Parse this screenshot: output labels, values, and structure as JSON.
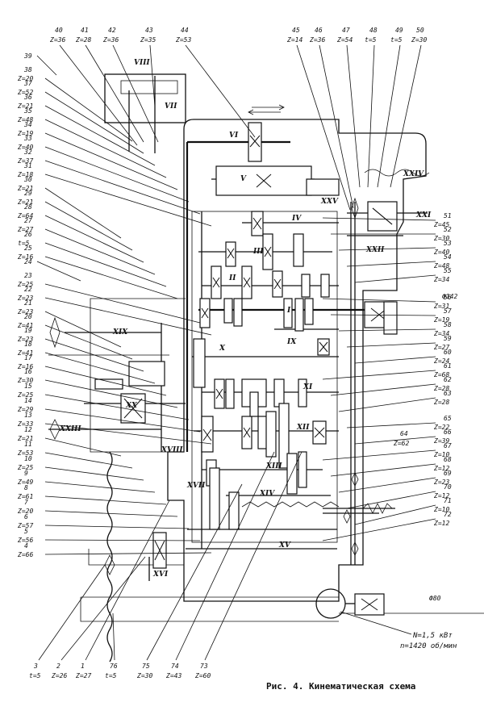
{
  "caption": "Рис. 4. Кинематическая схема",
  "motor": {
    "label": "Ф80",
    "power": "N=1,5 кВт",
    "speed": "n=1420 об/мин"
  },
  "shafts": [
    "I",
    "II",
    "III",
    "IV",
    "V",
    "VI",
    "VII",
    "VIII",
    "IX",
    "X",
    "XI",
    "XII",
    "XIII",
    "XIV",
    "XV",
    "XVI",
    "XVII",
    "XVIII",
    "XIX",
    "XX",
    "XXI",
    "XXII",
    "XXIII",
    "XXIV",
    "XXV"
  ],
  "top_callouts": [
    {
      "num": "40",
      "z": "Z=36"
    },
    {
      "num": "41",
      "z": "Z=28"
    },
    {
      "num": "42",
      "z": "Z=36"
    },
    {
      "num": "43",
      "z": "Z=35"
    },
    {
      "num": "44",
      "z": "Z=53"
    },
    {
      "num": "45",
      "z": "Z=14"
    },
    {
      "num": "46",
      "z": "Z=36"
    },
    {
      "num": "47",
      "z": "Z=54"
    },
    {
      "num": "48",
      "z": "t=5"
    },
    {
      "num": "49",
      "z": "t=5"
    },
    {
      "num": "50",
      "z": "Z=30"
    }
  ],
  "left_callouts": [
    {
      "num": "39",
      "z": ""
    },
    {
      "num": "38",
      "z": "Z=20"
    },
    {
      "num": "37",
      "z": "Z=52"
    },
    {
      "num": "36",
      "z": "Z=21"
    },
    {
      "num": "35",
      "z": "Z=48"
    },
    {
      "num": "34",
      "z": "Z=19"
    },
    {
      "num": "33",
      "z": "Z=40"
    },
    {
      "num": "32",
      "z": "Z=37"
    },
    {
      "num": "31",
      "z": "Z=18"
    },
    {
      "num": "30",
      "z": "Z=21"
    },
    {
      "num": "29",
      "z": "Z=21"
    },
    {
      "num": "28",
      "z": "Z=64"
    },
    {
      "num": "27",
      "z": "Z=27"
    },
    {
      "num": "26",
      "z": "t=5"
    },
    {
      "num": "25",
      "z": "Z=16"
    },
    {
      "num": "24",
      "z": ""
    },
    {
      "num": "23",
      "z": "Z=25"
    },
    {
      "num": "22",
      "z": "Z=23"
    },
    {
      "num": "21",
      "z": "Z=23"
    },
    {
      "num": "20",
      "z": "Z=41"
    },
    {
      "num": "19",
      "z": "Z=23"
    },
    {
      "num": "18",
      "z": "Z=41"
    },
    {
      "num": "17",
      "z": "Z=16"
    },
    {
      "num": "16",
      "z": "Z=30"
    },
    {
      "num": "15",
      "z": "Z=25"
    },
    {
      "num": "14",
      "z": "Z=29"
    },
    {
      "num": "13",
      "z": "Z=33"
    },
    {
      "num": "12",
      "z": "Z=21"
    },
    {
      "num": "11",
      "z": "Z=53"
    },
    {
      "num": "10",
      "z": "Z=25"
    },
    {
      "num": "9",
      "z": "Z=49"
    },
    {
      "num": "8",
      "z": "Z=61"
    },
    {
      "num": "7",
      "z": "Z=20"
    },
    {
      "num": "6",
      "z": "Z=57"
    },
    {
      "num": "5",
      "z": "Z=56"
    },
    {
      "num": "4",
      "z": "Z=66"
    }
  ],
  "right_callouts": [
    {
      "num": "51",
      "z": "Z=45"
    },
    {
      "num": "52",
      "z": "Z=30"
    },
    {
      "num": "53",
      "z": "Z=40"
    },
    {
      "num": "54",
      "z": "Z=48"
    },
    {
      "num": "55",
      "z": "Z=34"
    },
    {
      "num": "56",
      "z": "Z=31"
    },
    {
      "num": "57",
      "z": "Z=19"
    },
    {
      "num": "58",
      "z": "Z=34"
    },
    {
      "num": "59",
      "z": "Z=27"
    },
    {
      "num": "60",
      "z": "Z=24"
    },
    {
      "num": "61",
      "z": "Z=68"
    },
    {
      "num": "62",
      "z": "Z=28"
    },
    {
      "num": "63",
      "z": "Z=28"
    },
    {
      "num": "65",
      "z": "Z=22"
    },
    {
      "num": "66",
      "z": "Z=39"
    },
    {
      "num": "67",
      "z": "Z=10"
    },
    {
      "num": "68",
      "z": "Z=12"
    },
    {
      "num": "69",
      "z": "Z=23"
    },
    {
      "num": "70",
      "z": "Z=12"
    },
    {
      "num": "71",
      "z": "Z=10"
    },
    {
      "num": "72",
      "z": "Z=12"
    }
  ],
  "inner_callout": {
    "num": "64",
    "z": "Z=62"
  },
  "pulley": {
    "label": "Ф142"
  },
  "bottom_callouts": [
    {
      "num": "3",
      "z": "t=5"
    },
    {
      "num": "2",
      "z": "Z=26"
    },
    {
      "num": "1",
      "z": "Z=27"
    },
    {
      "num": "76",
      "z": "t=5"
    },
    {
      "num": "75",
      "z": "Z=30"
    },
    {
      "num": "74",
      "z": "Z=43"
    },
    {
      "num": "73",
      "z": "Z=60"
    }
  ]
}
